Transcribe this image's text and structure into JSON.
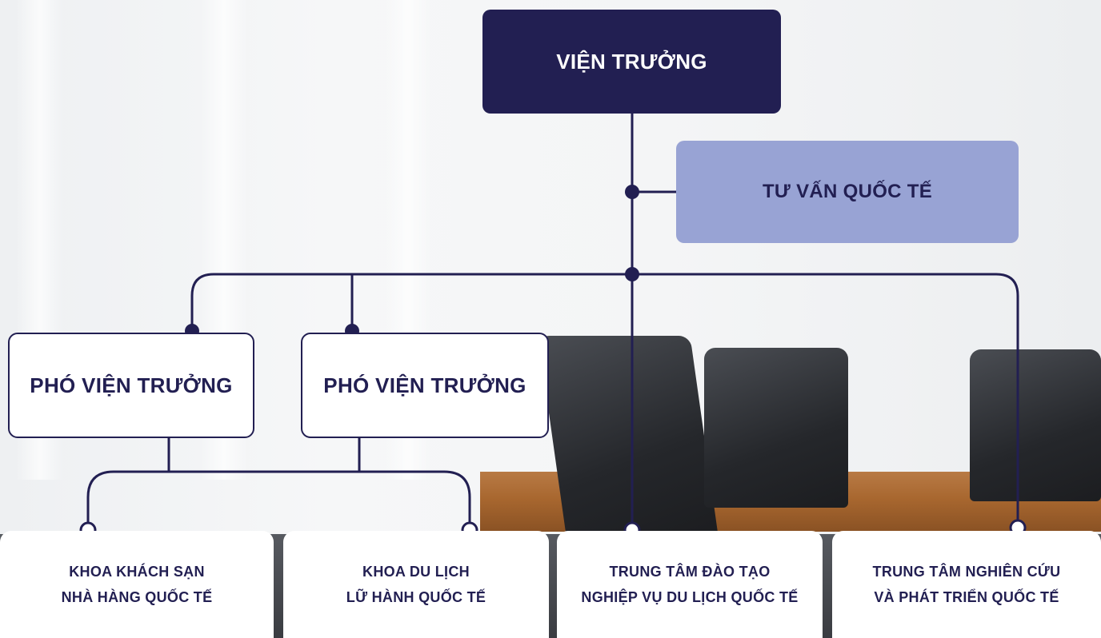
{
  "director": "VIỆN TRƯỞNG",
  "advisor": "TƯ VẤN QUỐC TẾ",
  "deputies": [
    "PHÓ VIỆN TRƯỞNG",
    "PHÓ VIỆN TRƯỞNG"
  ],
  "departments": [
    {
      "line1": "KHOA KHÁCH SẠN",
      "line2": "NHÀ HÀNG QUỐC TẾ"
    },
    {
      "line1": "KHOA DU LỊCH",
      "line2": "LỮ HÀNH QUỐC TẾ"
    },
    {
      "line1": "TRUNG TÂM ĐÀO TẠO",
      "line2": "NGHIỆP VỤ DU LỊCH QUỐC TẾ"
    },
    {
      "line1": "TRUNG TÂM NGHIÊN CỨU",
      "line2": "VÀ PHÁT TRIỂN QUỐC TẾ"
    }
  ],
  "colors": {
    "navy": "#221f52",
    "advisor_fill": "#98a3d4",
    "box_white": "#ffffff"
  }
}
